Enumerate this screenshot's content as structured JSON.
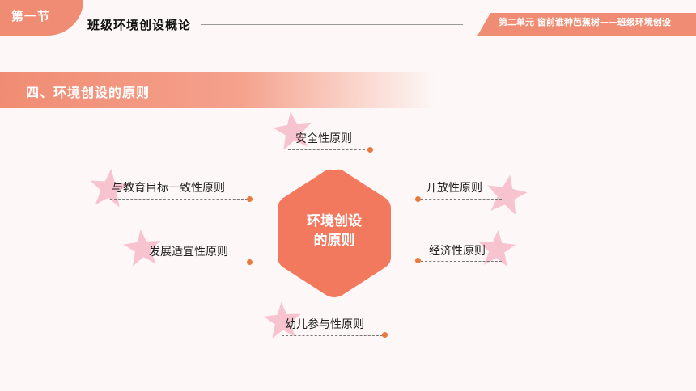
{
  "header": {
    "chapter_tab": "第一节",
    "section_title": "班级环境创设概论",
    "unit_tag": "第二单元 窗前谁种芭蕉树——班级环境创设"
  },
  "banner": {
    "title": "四、环境创设的原则"
  },
  "center": {
    "line1": "环境创设",
    "line2": "的原则"
  },
  "principles": [
    {
      "label": "安全性原则"
    },
    {
      "label": "与教育目标一致性原则"
    },
    {
      "label": "开放性原则"
    },
    {
      "label": "发展适宜性原则"
    },
    {
      "label": "经济性原则"
    },
    {
      "label": "幼儿参与性原则"
    }
  ],
  "colors": {
    "accent": "#f08c73",
    "hexagon": "#f2785e",
    "star": "#f7c3cf",
    "dot": "#e87a3c"
  }
}
